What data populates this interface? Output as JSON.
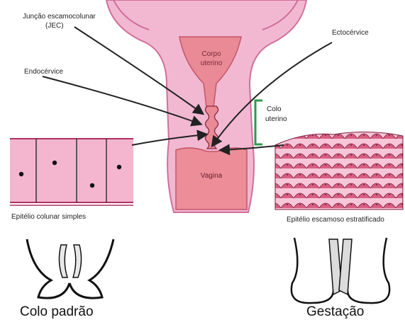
{
  "labels": {
    "jec_line1": "Junção escamocolunar",
    "jec_line2": "(JEC)",
    "ectocervice": "Ectocérvice",
    "endocervice": "Endocérvice",
    "corpo_line1": "Corpo",
    "corpo_line2": "uterino",
    "colo_line1": "Colo",
    "colo_line2": "uterino",
    "vagina": "Vagina",
    "columnar": "Epitélio colunar simples",
    "squamous": "Epitélio escamoso estratificado",
    "colo_padrao": "Colo padrão",
    "gestacao": "Gestação"
  },
  "colors": {
    "uterus_fill": "#f2b8d2",
    "uterus_stroke": "#d0709a",
    "cavity_fill": "#e98a96",
    "vagina_fill": "#ec8d98",
    "columnar_fill": "#f4b5cf",
    "squamous_fill": "#c94a6e",
    "bracket": "#2e9a4a",
    "arrow": "#222222"
  }
}
